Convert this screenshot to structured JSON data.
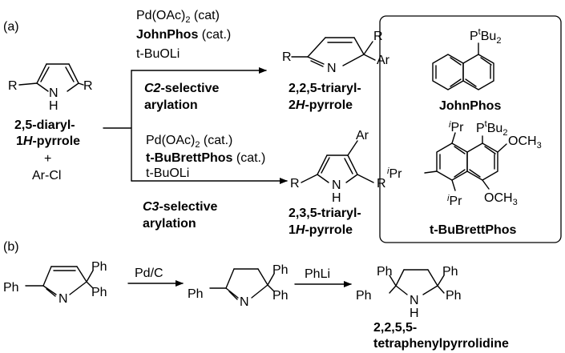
{
  "panel_a": {
    "label": "(a)",
    "substrate": {
      "R_left": "R",
      "R_right": "R",
      "NH": "N",
      "H": "H",
      "name_line1": "2,5-diaryl-",
      "name_prefix": "1",
      "name_italic": "H",
      "name_suffix": "-pyrrole",
      "plus": "+",
      "reagent": "Ar-Cl"
    },
    "route_top": {
      "catalyst_pre": "Pd(OAc)",
      "catalyst_sub": "2",
      "catalyst_post": " (cat)",
      "ligand": "JohnPhos",
      "ligand_suffix": " (cat.)",
      "base": "t-BuOLi",
      "selectivity_italic": "C2",
      "selectivity_rest": "-selective",
      "selectivity_line2": "arylation",
      "product_name_line1": "2,2,5-triaryl-",
      "product_name_prefix": "2",
      "product_name_italic": "H",
      "product_name_suffix": "-pyrrole",
      "product_R_left": "R",
      "product_R_top": "R",
      "product_Ar": "Ar",
      "product_N": "N"
    },
    "route_bottom": {
      "catalyst_pre": "Pd(OAc)",
      "catalyst_sub": "2",
      "catalyst_post": " (cat.)",
      "ligand": "t-BuBrettPhos",
      "ligand_suffix": " (cat.)",
      "base": "t-BuOLi",
      "selectivity_italic": "C3",
      "selectivity_rest": "-selective",
      "selectivity_line2": "arylation",
      "product_name_line1": "2,3,5-triaryl-",
      "product_name_prefix": "1",
      "product_name_italic": "H",
      "product_name_suffix": "-pyrrole",
      "product_R_left": "R",
      "product_R_right": "R",
      "product_Ar": "Ar",
      "product_N": "N",
      "product_H": "H"
    },
    "ligands": {
      "johnphos_P": "P",
      "johnphos_t": "t",
      "johnphos_Bu": "Bu",
      "johnphos_2": "2",
      "johnphos_name": "JohnPhos",
      "brett_iPr": "Pr",
      "brett_i": "i",
      "brett_OCH3_top": "OCH",
      "brett_3": "3",
      "brett_OCH3_bottom": "OCH",
      "brett_name": "t-BuBrettPhos"
    }
  },
  "panel_b": {
    "label": "(b)",
    "reagent_1": "Pd/C",
    "reagent_2": "PhLi",
    "Ph": "Ph",
    "N": "N",
    "H": "H",
    "product_name_line1": "2,2,5,5-",
    "product_name_line2": "tetraphenylpyrrolidine"
  }
}
